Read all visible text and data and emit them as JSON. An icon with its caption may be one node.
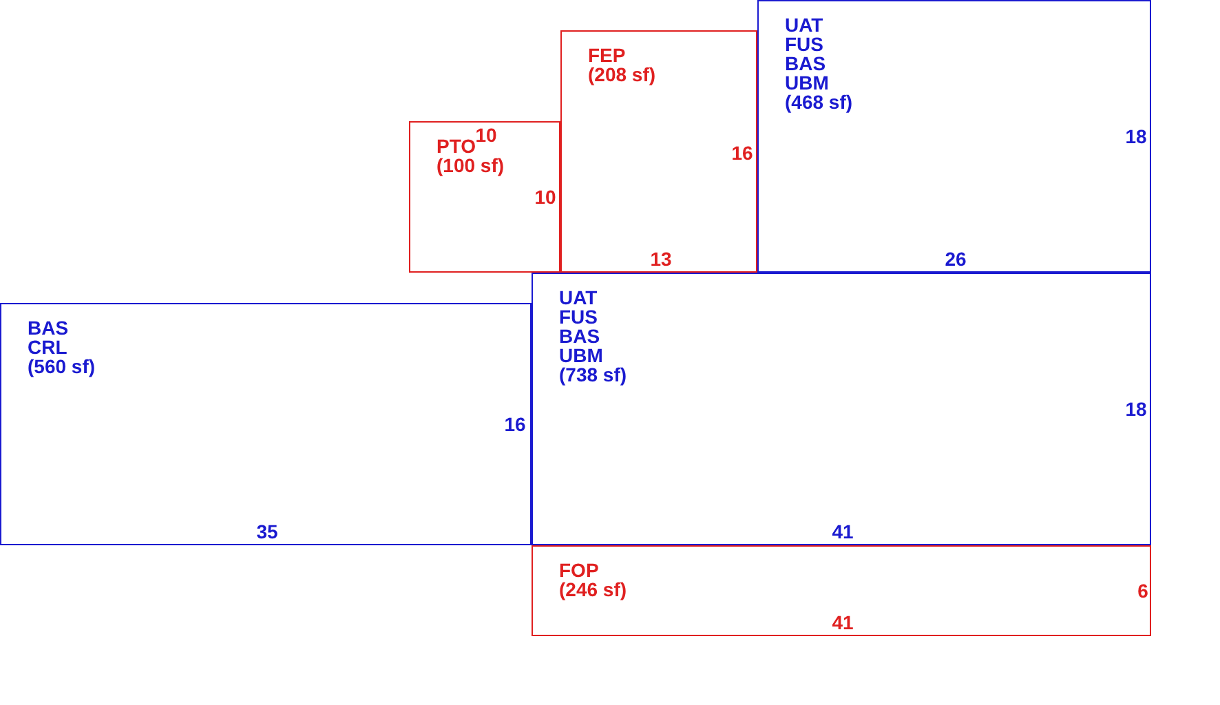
{
  "diagram": {
    "nodes": [
      {
        "text": [
          "10",
          "PTO",
          "(100 sf)",
          "10"
        ]
      },
      {
        "text": [
          "FEP",
          "(208 sf)",
          "16",
          "13"
        ]
      },
      {
        "text": [
          "UAT",
          "FUS",
          "BAS",
          "UBM",
          "(468 sf)",
          "18",
          "26"
        ]
      },
      {
        "text": [
          "BAS",
          "CRL",
          "(560 sf)",
          "16",
          "35"
        ]
      },
      {
        "text": [
          "UAT",
          "FUS",
          "BAS",
          "UBM",
          "(738 sf)",
          "18",
          "41"
        ]
      },
      {
        "text": [
          "FOP",
          "(246 sf)",
          "6",
          "41"
        ]
      }
    ]
  }
}
